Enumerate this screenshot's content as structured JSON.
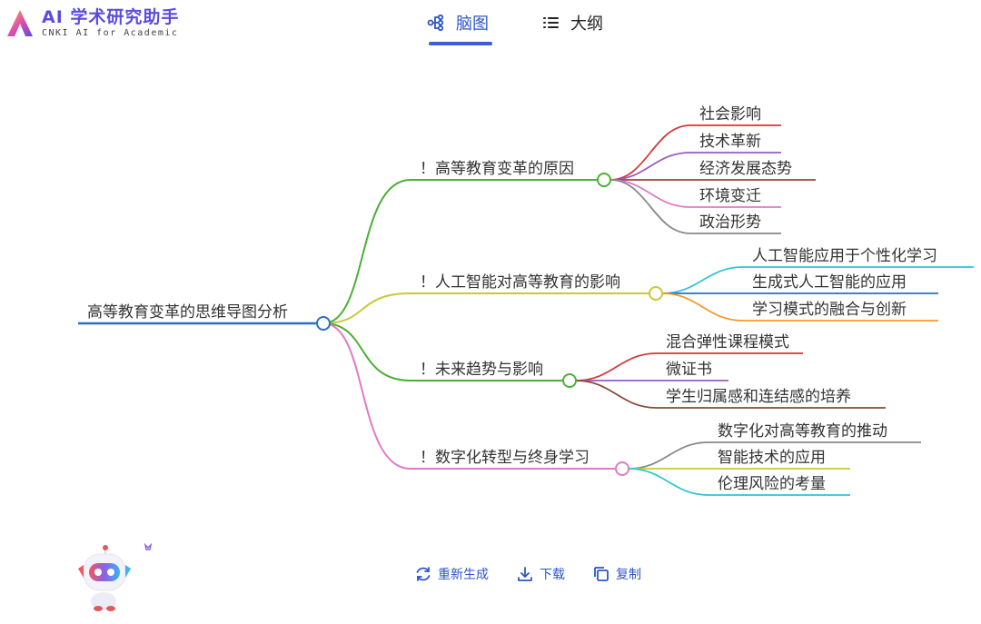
{
  "brand": {
    "title": "AI 学术研究助手",
    "subtitle": "CNKI AI for Academic"
  },
  "tabs": [
    {
      "label": "脑图",
      "active": true,
      "icon": "mindmap-icon"
    },
    {
      "label": "大纲",
      "active": false,
      "icon": "list-icon"
    }
  ],
  "mindmap": {
    "root": "高等教育变革的思维导图分析",
    "branches": [
      {
        "label": "！高等教育变革的原因",
        "color": "#4caf36",
        "children": [
          {
            "label": "社会影响",
            "color": "#d03a3a"
          },
          {
            "label": "技术革新",
            "color": "#9b59c6"
          },
          {
            "label": "经济发展态势",
            "color": "#8a4a3a"
          },
          {
            "label": "环境变迁",
            "color": "#e07ac8"
          },
          {
            "label": "政治形势",
            "color": "#888888"
          }
        ]
      },
      {
        "label": "！人工智能对高等教育的影响",
        "color": "#c8c83a",
        "children": [
          {
            "label": "人工智能应用于个性化学习",
            "color": "#2ec4d6"
          },
          {
            "label": "生成式人工智能的应用",
            "color": "#2a6fc0"
          },
          {
            "label": "学习模式的融合与创新",
            "color": "#f39a2a"
          }
        ]
      },
      {
        "label": "！未来趋势与影响",
        "color": "#4caf36",
        "children": [
          {
            "label": "混合弹性课程模式",
            "color": "#d03a3a"
          },
          {
            "label": "微证书",
            "color": "#9b59c6"
          },
          {
            "label": "学生归属感和连结感的培养",
            "color": "#8a4a3a"
          }
        ]
      },
      {
        "label": "！数字化转型与终身学习",
        "color": "#e07ac8",
        "children": [
          {
            "label": "数字化对高等教育的推动",
            "color": "#888888"
          },
          {
            "label": "智能技术的应用",
            "color": "#c8c83a"
          },
          {
            "label": "伦理风险的考量",
            "color": "#2ec4d6"
          }
        ]
      }
    ]
  },
  "actions": [
    {
      "label": "重新生成",
      "icon": "refresh-icon"
    },
    {
      "label": "下载",
      "icon": "download-icon"
    },
    {
      "label": "复制",
      "icon": "copy-icon"
    }
  ],
  "colors": {
    "accent": "#2d55c8",
    "brand": "#5b4be0",
    "root_line": "#2a6fc0"
  }
}
